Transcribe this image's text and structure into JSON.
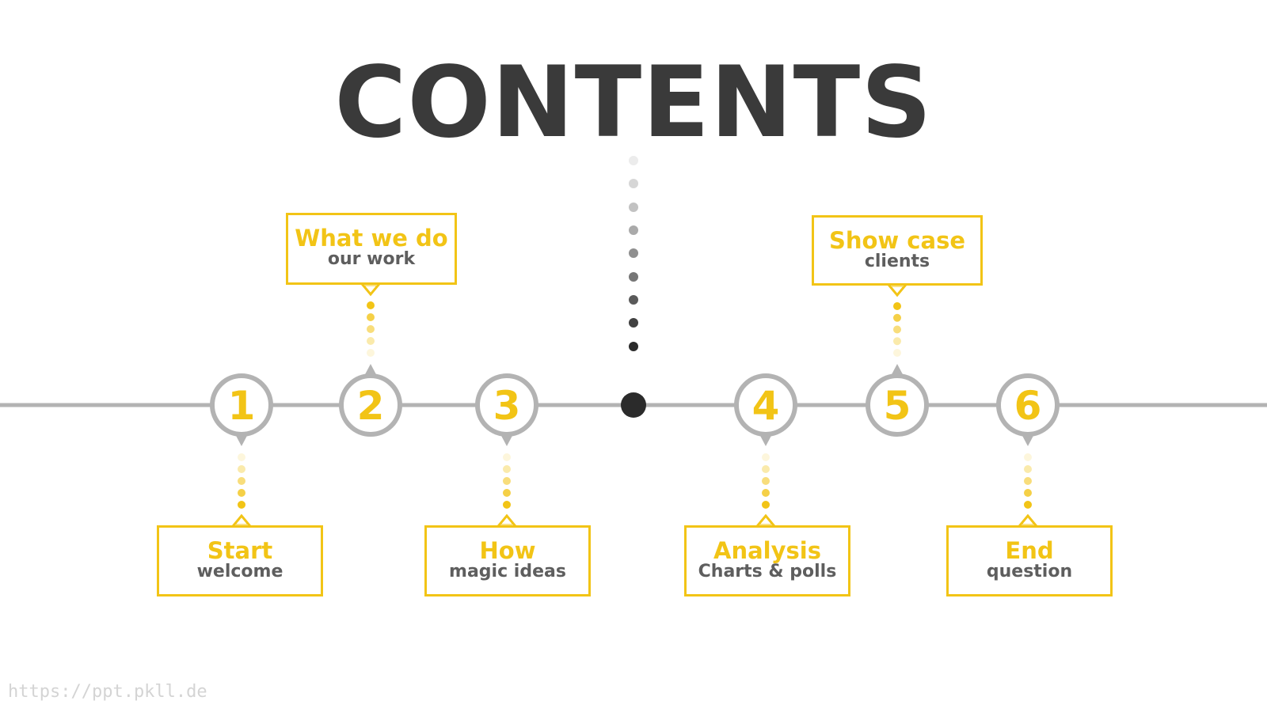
{
  "title": "CONTENTS",
  "colors": {
    "accent": "#f2c416",
    "ring": "#b3b3b3",
    "line": "#b3b3b3",
    "title": "#3a3a3a",
    "subtitle": "#5e5e5e",
    "center_dot": "#2b2b2b",
    "watermark": "#d4d4d4"
  },
  "steps": [
    {
      "number": "1",
      "title": "Start",
      "subtitle": "welcome",
      "position": "below"
    },
    {
      "number": "2",
      "title": "What we do",
      "subtitle": "our work",
      "position": "above"
    },
    {
      "number": "3",
      "title": "How",
      "subtitle": "magic ideas",
      "position": "below"
    },
    {
      "number": "4",
      "title": "Analysis",
      "subtitle": "Charts & polls",
      "position": "below"
    },
    {
      "number": "5",
      "title": "Show case",
      "subtitle": "clients",
      "position": "above"
    },
    {
      "number": "6",
      "title": "End",
      "subtitle": "question",
      "position": "below"
    }
  ],
  "watermark": "https://ppt.pkll.de"
}
